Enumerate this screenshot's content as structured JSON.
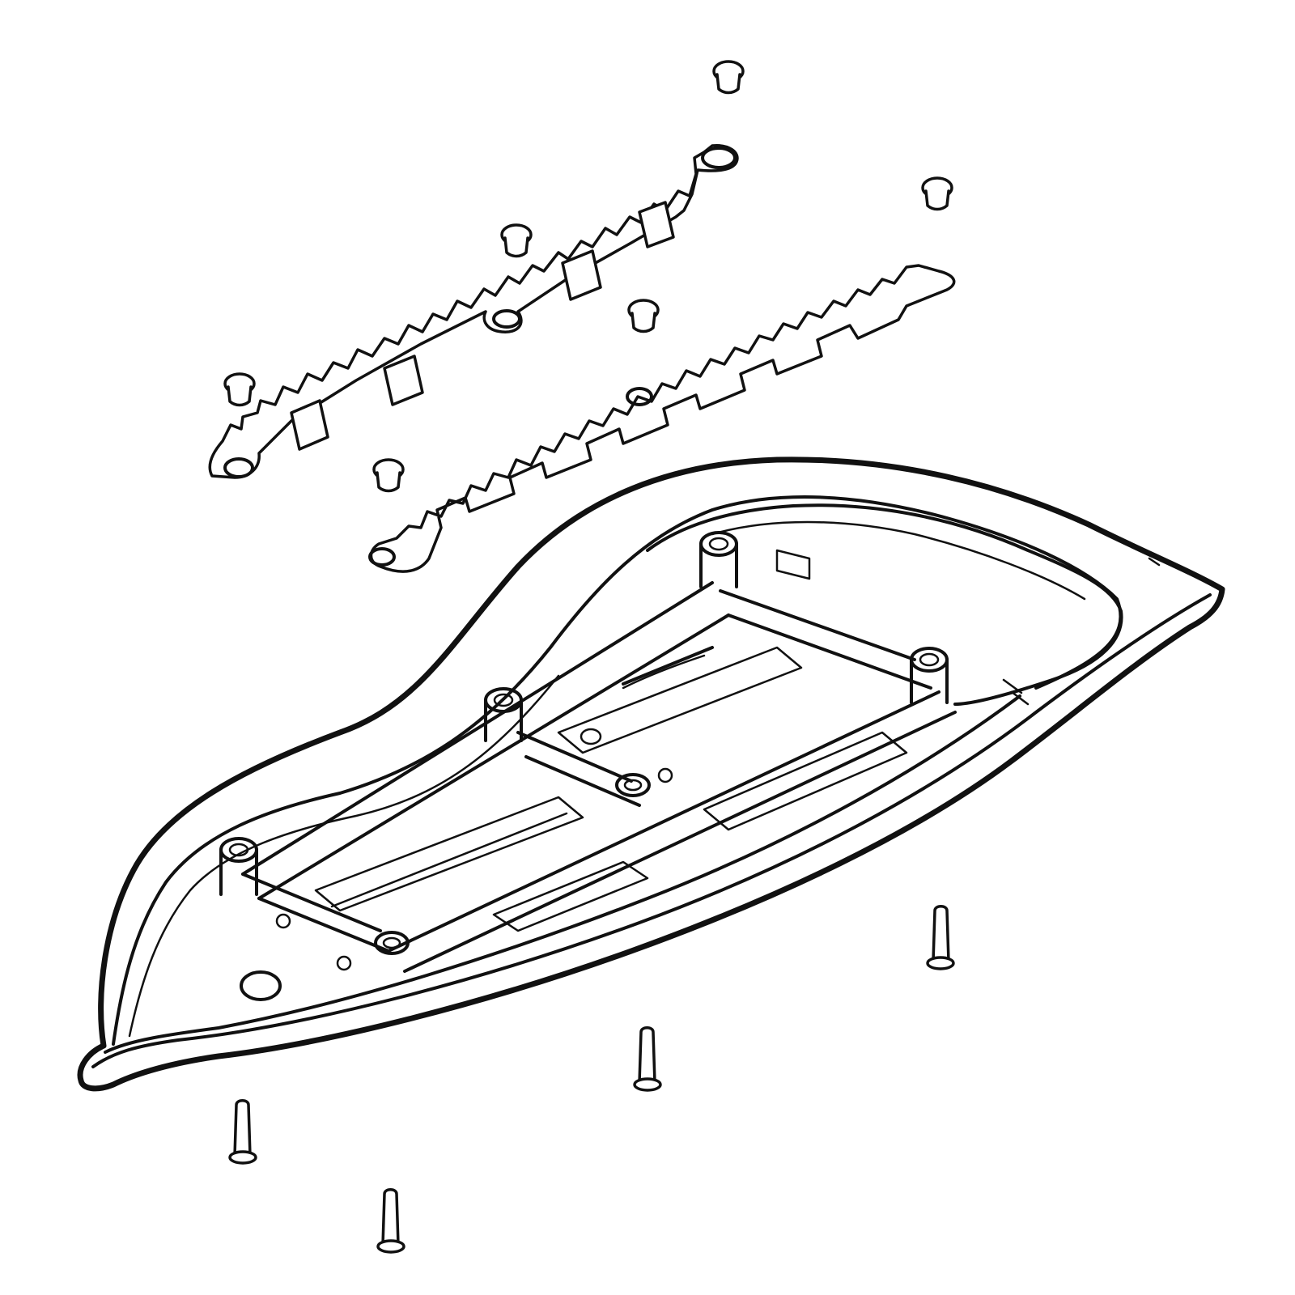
{
  "diagram": {
    "type": "exploded-view",
    "subject": "saddle-base",
    "labels": [],
    "colors": {
      "line": "#111111",
      "background": "#ffffff"
    },
    "parts": {
      "saddle_base": 1,
      "rail_left": 1,
      "rail_right": 1,
      "push_clips": 6,
      "pins": 4
    }
  }
}
